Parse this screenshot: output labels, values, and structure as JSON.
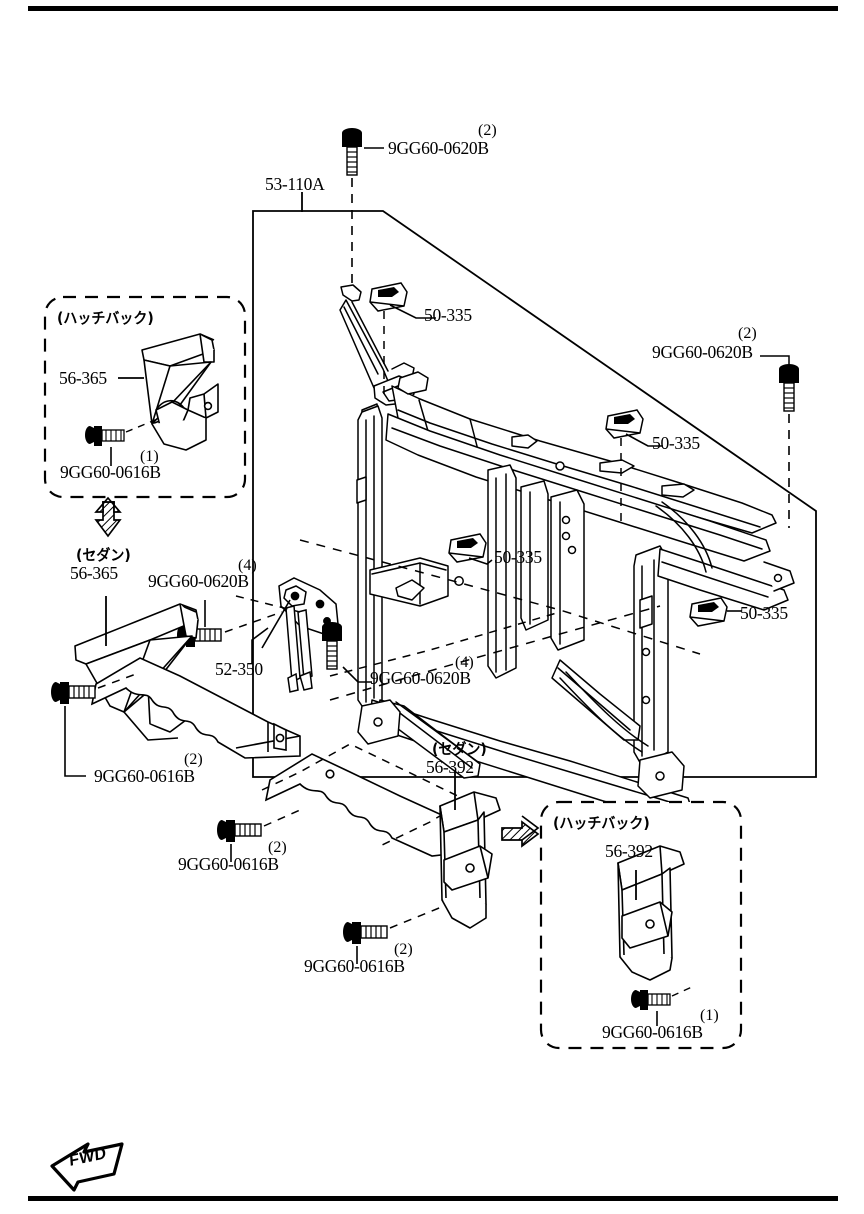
{
  "document": {
    "type": "automotive-parts-diagram",
    "subject": "Radiator support / front end panel assembly",
    "direction_marker": "FWD"
  },
  "main_assembly": {
    "callout": "53-110A",
    "description": "Radiator support panel assembly"
  },
  "labels": {
    "bolt_top": "9GG60-0620B",
    "bolt_top_qty": "(2)",
    "bolt_right": "9GG60-0620B",
    "bolt_right_qty": "(2)",
    "bolt_hinge": "9GG60-0620B",
    "bolt_hinge_qty": "(4)",
    "clip_top": "50-335",
    "clip_mid_right": "50-335",
    "clip_mid_left": "50-335",
    "clip_lower_right": "50-335",
    "hood_hinge": "52-350",
    "bracket_sedan_left": "56-365",
    "bracket_sedan_left_jp": "(セダン)",
    "bolt_sedan_left": "9GG60-0616B",
    "bolt_sedan_left_qty": "(2)",
    "bolt_sedan_mid": "9GG60-0616B",
    "bolt_sedan_mid_qty": "(2)",
    "bracket_sedan_right": "56-392",
    "bracket_sedan_right_jp": "(セダン)",
    "bolt_sedan_right": "9GG60-0616B",
    "bolt_sedan_right_qty": "(2)",
    "hinge_extra_qty": "(4)"
  },
  "inset_hatchback_left": {
    "title_jp": "(ハッチバック)",
    "part": "56-365",
    "bolt": "9GG60-0616B",
    "bolt_qty": "(1)"
  },
  "inset_hatchback_right": {
    "title_jp": "(ハッチバック)",
    "part": "56-392",
    "bolt": "9GG60-0616B",
    "bolt_qty": "(1)"
  },
  "colors": {
    "ink": "#000000",
    "paper": "#ffffff"
  }
}
